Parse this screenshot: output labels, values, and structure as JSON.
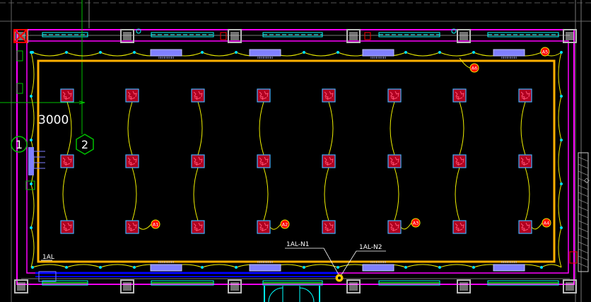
{
  "colors": {
    "background": "#000000",
    "wall": "#ff00ff",
    "grid_line": "#00c000",
    "tray": "#ffb000",
    "wire": "#f0f000",
    "circuit_tag": "#ff0000",
    "fixture_fill": "#b00020",
    "fixture_border": "#40b0ff",
    "equipment": "#8080ff",
    "bus": "#0000ff",
    "door": "#00ffff",
    "junction": "#00e0ff"
  },
  "dimension": {
    "text": "3000"
  },
  "axes": [
    {
      "label": "1"
    },
    {
      "label": "2"
    }
  ],
  "panel_label": "1AL",
  "feeders": [
    {
      "label": "1AL-N1"
    },
    {
      "label": "1AL-N2"
    }
  ],
  "circuits": [
    {
      "label": "A1"
    },
    {
      "label": "A2"
    },
    {
      "label": "A3"
    },
    {
      "label": "A4"
    },
    {
      "label": "A5"
    },
    {
      "label": "A6"
    }
  ],
  "fixture_grid": {
    "columns": 8,
    "rows": 3
  },
  "side_glyph": "◇"
}
